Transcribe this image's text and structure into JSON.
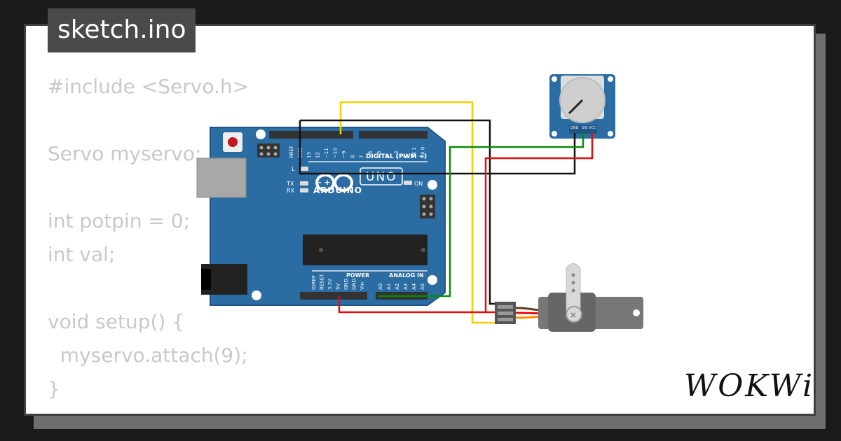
{
  "title": {
    "filename": "sketch.ino"
  },
  "code": {
    "lines": [
      "#include <Servo.h>",
      "",
      "Servo myservo;",
      "",
      "int potpin = 0;",
      "int val;",
      "",
      "void setup() {",
      "  myservo.attach(9);",
      "}"
    ]
  },
  "board": {
    "brand": "ARDUINO",
    "model": "UNO",
    "digital_header": "DIGITAL (PWM ~)",
    "power_header": "POWER",
    "analog_header": "ANALOG IN",
    "on_label": "ON",
    "l_label": "L",
    "tx_label": "TX",
    "rx_label": "RX",
    "top_pins": [
      "AREF",
      "GND",
      "13",
      "12",
      "~11",
      "~10",
      "~9",
      "8",
      "7",
      "~6",
      "~5",
      "4",
      "~3",
      "2",
      "TX 1",
      "RX 0"
    ],
    "power_pins": [
      "IOREF",
      "RESET",
      "3.3V",
      "5V",
      "GND",
      "GND",
      "Vin"
    ],
    "analog_pins": [
      "A0",
      "A1",
      "A2",
      "A3",
      "A4",
      "A5"
    ]
  },
  "potentiometer": {
    "pins": [
      "GND",
      "SIG",
      "VCC"
    ]
  },
  "branding": {
    "logo": "WOKWi"
  },
  "colors": {
    "board": "#2b6ca3",
    "wire_yellow": "#f5d000",
    "wire_green": "#0a8a0a",
    "wire_red": "#e01010",
    "wire_black": "#111111",
    "code_text": "#c9c9c9"
  }
}
